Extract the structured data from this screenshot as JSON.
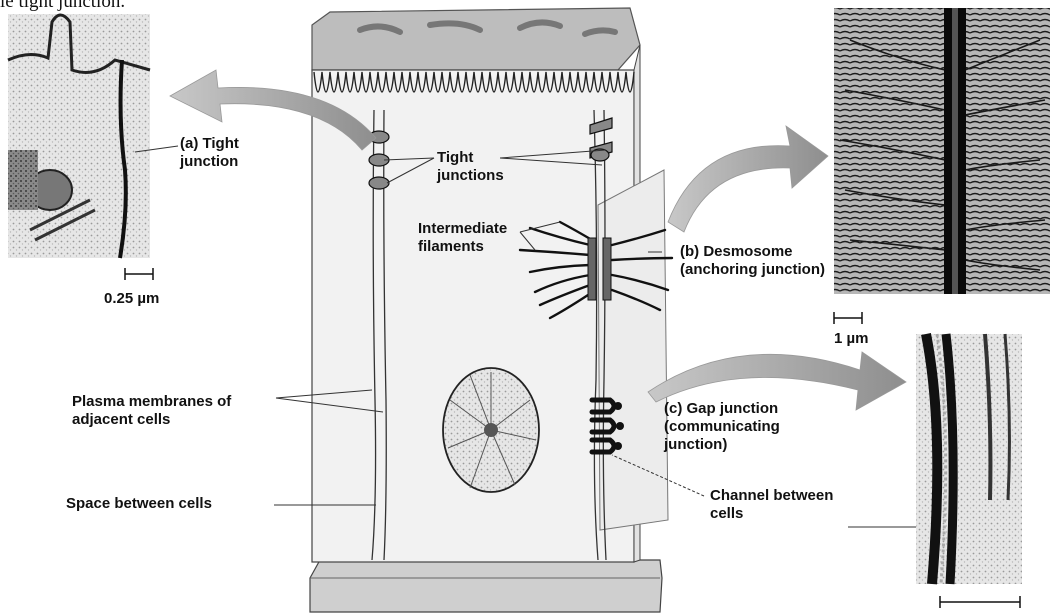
{
  "caption_fragment": "le tight junction.",
  "labels": {
    "tight_junction_a": "(a) Tight junction",
    "tight_junctions": "Tight junctions",
    "intermediate_filaments": "Intermediate filaments",
    "desmosome": "(b) Desmosome (anchoring junction)",
    "plasma_membranes": "Plasma membranes of adjacent cells",
    "space_between_cells": "Space between cells",
    "gap_junction": "(c) Gap junction (communicating junction)",
    "channel_between_cells": "Channel between cells"
  },
  "scale_bars": {
    "tight": "0.25 µm",
    "desmosome": "1 µm"
  }
}
